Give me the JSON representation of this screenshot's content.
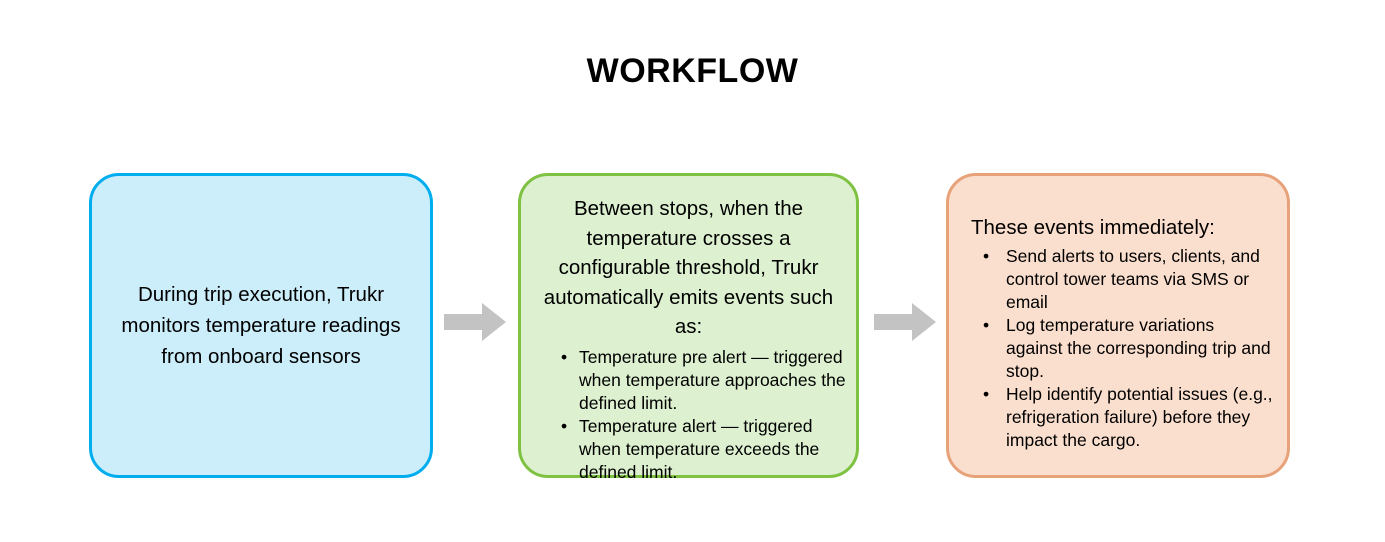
{
  "title": "WORKFLOW",
  "colors": {
    "blue_fill": "#CCEEFA",
    "blue_border": "#00ADEE",
    "green_fill": "#DDF0D0",
    "green_border": "#7FC242",
    "orange_fill": "#FBDFCE",
    "orange_border": "#E8A27A",
    "arrow": "#C3C3C3"
  },
  "steps": [
    {
      "id": "step-monitor",
      "color": "blue",
      "body": "During trip execution, Trukr monitors temperature readings from onboard sensors",
      "bullets": []
    },
    {
      "id": "step-events",
      "color": "green",
      "body": "Between stops, when the temperature crosses a configurable threshold, Trukr automatically emits events such as:",
      "bullets": [
        "Temperature pre alert — triggered when temperature approaches the defined limit.",
        "Temperature alert — triggered when temperature exceeds the defined limit."
      ]
    },
    {
      "id": "step-actions",
      "color": "orange",
      "body": "These events immediately:",
      "bullets": [
        "Send alerts to users, clients, and control tower teams via SMS or email",
        "Log temperature variations against the corresponding trip and stop.",
        "Help identify potential issues (e.g., refrigeration failure) before they impact the cargo."
      ]
    }
  ],
  "arrows": [
    {
      "id": "arrow-1",
      "from": "step-monitor",
      "to": "step-events",
      "glyph": "right-arrow"
    },
    {
      "id": "arrow-2",
      "from": "step-events",
      "to": "step-actions",
      "glyph": "right-arrow"
    }
  ],
  "bullet_marker": "•"
}
